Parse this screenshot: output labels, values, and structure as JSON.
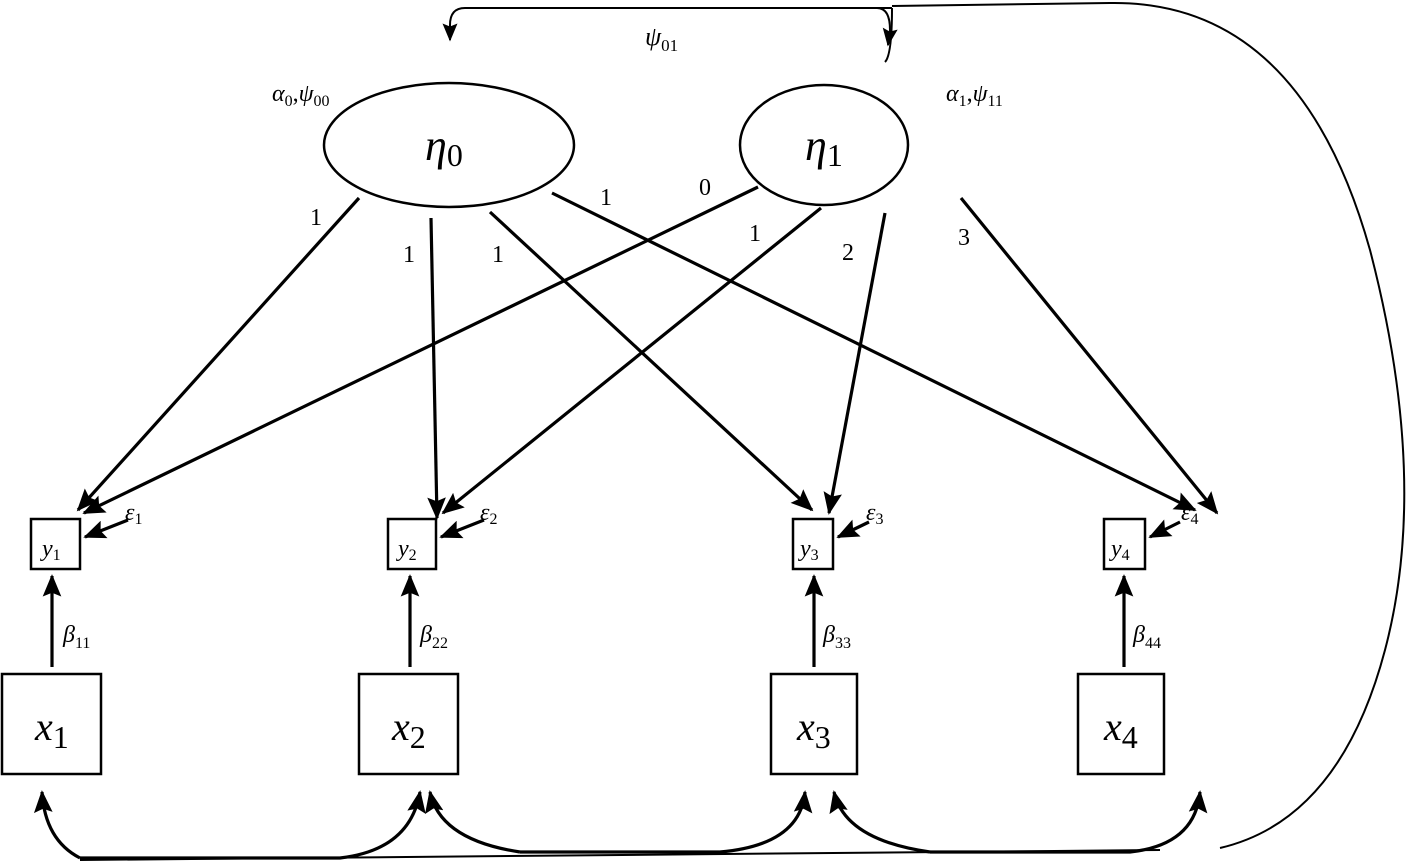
{
  "diagram": {
    "type": "latent-growth-curve-path-diagram",
    "latent_factors": [
      {
        "id": "eta0",
        "symbol": "η",
        "subscript": "0",
        "params_label": {
          "a": "α",
          "a_sub": "0",
          "b": "ψ",
          "b_sub": "00"
        }
      },
      {
        "id": "eta1",
        "symbol": "η",
        "subscript": "1",
        "params_label": {
          "a": "α",
          "a_sub": "1",
          "b": "ψ",
          "b_sub": "11"
        }
      }
    ],
    "factor_covariance": {
      "symbol": "ψ",
      "subscript": "01"
    },
    "observed_outcomes": [
      {
        "id": "y1",
        "symbol": "y",
        "subscript": "1",
        "error": {
          "symbol": "ε",
          "subscript": "1"
        }
      },
      {
        "id": "y2",
        "symbol": "y",
        "subscript": "2",
        "error": {
          "symbol": "ε",
          "subscript": "2"
        }
      },
      {
        "id": "y3",
        "symbol": "y",
        "subscript": "3",
        "error": {
          "symbol": "ε",
          "subscript": "3"
        }
      },
      {
        "id": "y4",
        "symbol": "y",
        "subscript": "4",
        "error": {
          "symbol": "ε",
          "subscript": "4"
        }
      }
    ],
    "covariates": [
      {
        "id": "x1",
        "symbol": "x",
        "subscript": "1",
        "beta": {
          "symbol": "β",
          "subscript": "11"
        }
      },
      {
        "id": "x2",
        "symbol": "x",
        "subscript": "2",
        "beta": {
          "symbol": "β",
          "subscript": "22"
        }
      },
      {
        "id": "x3",
        "symbol": "x",
        "subscript": "3",
        "beta": {
          "symbol": "β",
          "subscript": "33"
        }
      },
      {
        "id": "x4",
        "symbol": "x",
        "subscript": "4",
        "beta": {
          "symbol": "β",
          "subscript": "44"
        }
      }
    ],
    "loadings": {
      "eta0": [
        "1",
        "1",
        "1",
        "1"
      ],
      "eta1": [
        "0",
        "1",
        "2",
        "3"
      ]
    }
  }
}
